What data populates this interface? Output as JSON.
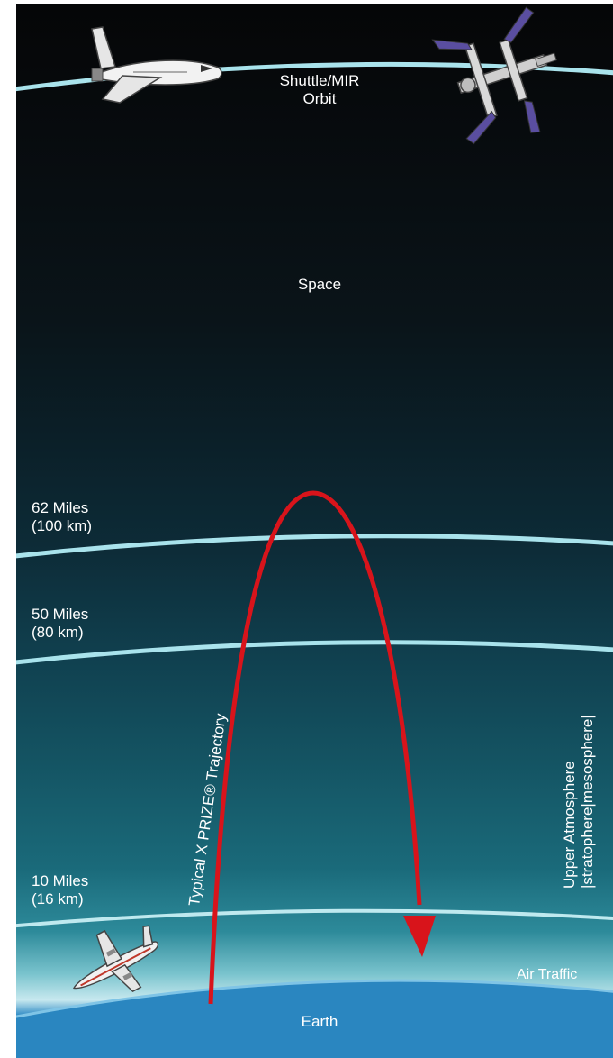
{
  "labels": {
    "orbit_line1": "Shuttle/MIR",
    "orbit_line2": "Orbit",
    "space": "Space",
    "alt_62_line1": "62 Miles",
    "alt_62_line2": "(100 km)",
    "alt_50_line1": "50 Miles",
    "alt_50_line2": "(80 km)",
    "alt_10_line1": "10 Miles",
    "alt_10_line2": "(16 km)",
    "trajectory": "Typical X PRIZE® Trajectory",
    "upper_atm_line1": "Upper Atmosphere",
    "upper_atm_line2": "|stratophere|mesosphere|",
    "air_traffic": "Air Traffic",
    "earth": "Earth"
  },
  "colors": {
    "orbit_line": "#a9e3ec",
    "trajectory": "#d8141b",
    "earth": "#2a86c0"
  },
  "icons": [
    "space-shuttle-icon",
    "space-station-icon",
    "airliner-icon"
  ]
}
